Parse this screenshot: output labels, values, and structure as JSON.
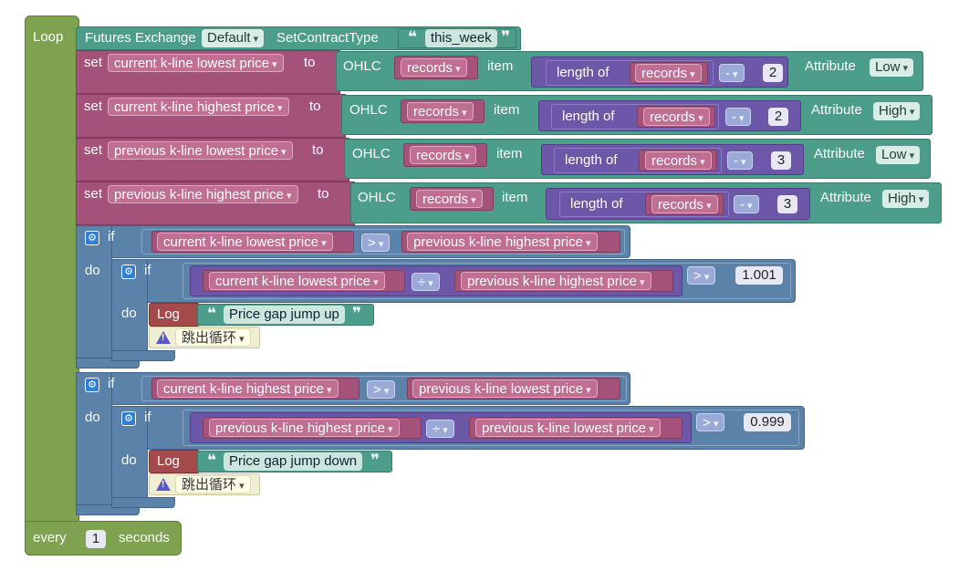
{
  "loop": {
    "label": "Loop",
    "every_label": "every",
    "interval": "1",
    "unit_label": "seconds"
  },
  "header": {
    "title": "Futures Exchange",
    "exchange": "Default",
    "method": "SetContractType",
    "contract": "this_week"
  },
  "sets": [
    {
      "set_label": "set",
      "var": "current k-line lowest price",
      "to_label": "to",
      "ohlc_label": "OHLC",
      "records": "records",
      "item_label": "item",
      "length_label": "length of",
      "records2": "records",
      "op": "-",
      "num": "2",
      "attr_label": "Attribute",
      "attr": "Low"
    },
    {
      "set_label": "set",
      "var": "current k-line highest price",
      "to_label": "to",
      "ohlc_label": "OHLC",
      "records": "records",
      "item_label": "item",
      "length_label": "length of",
      "records2": "records",
      "op": "-",
      "num": "2",
      "attr_label": "Attribute",
      "attr": "High"
    },
    {
      "set_label": "set",
      "var": "previous k-line lowest price",
      "to_label": "to",
      "ohlc_label": "OHLC",
      "records": "records",
      "item_label": "item",
      "length_label": "length of",
      "records2": "records",
      "op": "-",
      "num": "3",
      "attr_label": "Attribute",
      "attr": "Low"
    },
    {
      "set_label": "set",
      "var": "previous k-line highest price",
      "to_label": "to",
      "ohlc_label": "OHLC",
      "records": "records",
      "item_label": "item",
      "length_label": "length of",
      "records2": "records",
      "op": "-",
      "num": "3",
      "attr_label": "Attribute",
      "attr": "High"
    }
  ],
  "ifs": [
    {
      "if_label": "if",
      "do_label": "do",
      "left": "current k-line lowest price",
      "op": ">",
      "right": "previous k-line highest price",
      "inner": {
        "if_label": "if",
        "do_label": "do",
        "num_a": "current k-line lowest price",
        "div": "÷",
        "num_b": "previous k-line highest price",
        "cmp": ">",
        "value": "1.001",
        "log_label": "Log",
        "message": "Price gap jump up",
        "break_label": "跳出循环"
      }
    },
    {
      "if_label": "if",
      "do_label": "do",
      "left": "current k-line highest price",
      "op": ">",
      "right": "previous k-line lowest price",
      "inner": {
        "if_label": "if",
        "do_label": "do",
        "num_a": "previous k-line highest price",
        "div": "÷",
        "num_b": "previous k-line lowest price",
        "cmp": ">",
        "value": "0.999",
        "log_label": "Log",
        "message": "Price gap jump down",
        "break_label": "跳出循环"
      }
    }
  ]
}
